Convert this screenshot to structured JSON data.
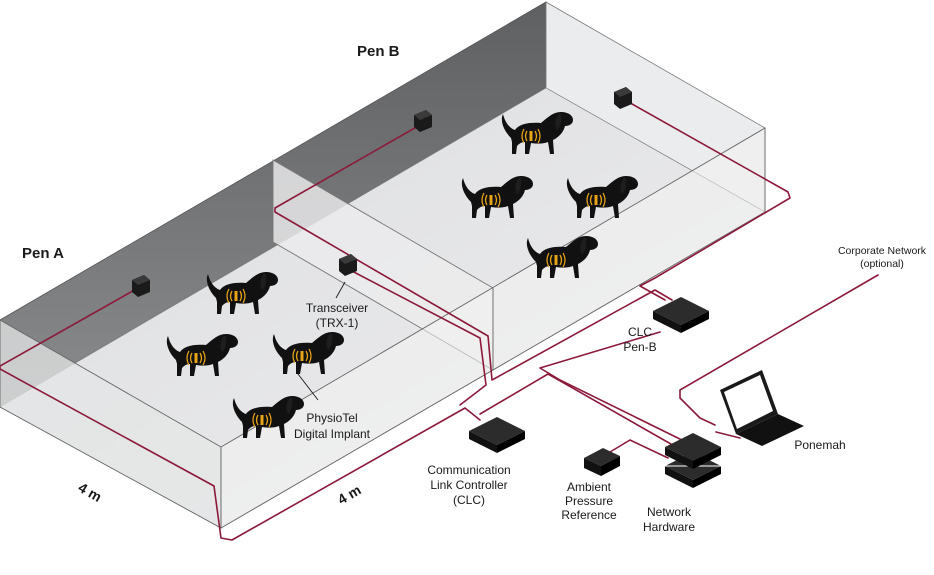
{
  "pens": {
    "pen_a": "Pen A",
    "pen_b": "Pen B"
  },
  "dimensions": {
    "width_a": "4 m",
    "width_b": "4 m"
  },
  "labels": {
    "transceiver_line1": "Transceiver",
    "transceiver_line2": "(TRX-1)",
    "implant_line1": "PhysioTel",
    "implant_line2": "Digital Implant",
    "clc_line1": "Communication",
    "clc_line2": "Link Controller",
    "clc_line3": "(CLC)",
    "clc_penb_line1": "CLC",
    "clc_penb_line2": "Pen-B",
    "ambient_line1": "Ambient",
    "ambient_line2": "Pressure",
    "ambient_line3": "Reference",
    "network_line1": "Network",
    "network_line2": "Hardware",
    "corporate_line1": "Corporate Network",
    "corporate_line2": "(optional)",
    "ponemah": "Ponemah"
  },
  "colors": {
    "cable": "#8b1a3a",
    "implant_signal": "#e8a317",
    "wall_dark": "#6e6f71",
    "floor": "#e6e7e8"
  },
  "icons": [
    "dog-icon",
    "transceiver-icon",
    "clc-device-icon",
    "laptop-icon",
    "network-hardware-icon",
    "ambient-pressure-icon"
  ]
}
